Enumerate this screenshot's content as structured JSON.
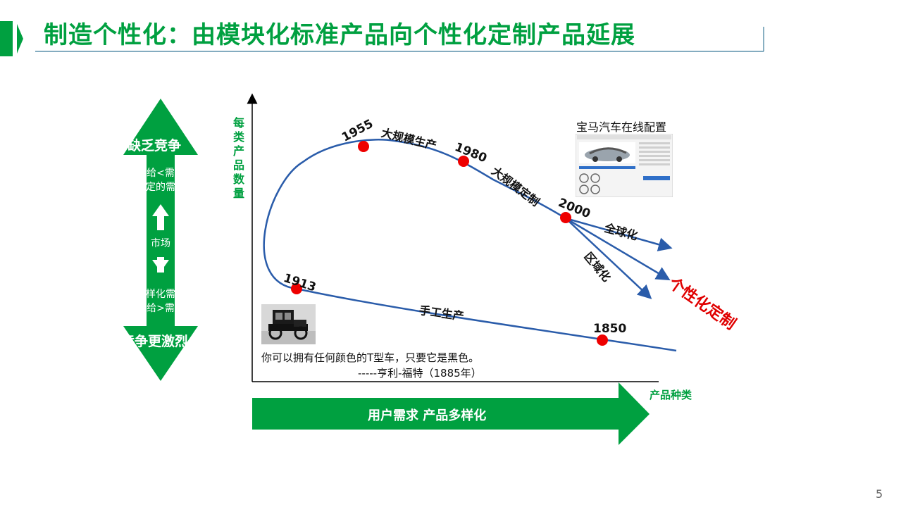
{
  "title": "制造个性化：由模块化标准产品向个性化定制产品延展",
  "left_arrow": {
    "top_label": "缺乏竞争",
    "top_text_1": "供给<需求",
    "top_text_2": "稳定的需求",
    "middle_label": "市场",
    "bottom_text_1": "多样化需求",
    "bottom_text_2": "供给>需求",
    "bottom_label": "竞争更激烈"
  },
  "axes": {
    "y_label": "每类产品数量",
    "x_label": "产品种类"
  },
  "bottom_arrow_label": "用户需求  产品多样化",
  "points": [
    {
      "year": "1850"
    },
    {
      "year": "1913"
    },
    {
      "year": "1955"
    },
    {
      "year": "1980"
    },
    {
      "year": "2000"
    }
  ],
  "segments": {
    "craft": "手工生产",
    "mass": "大规模生产",
    "mass_custom": "大规模定制",
    "global": "全球化",
    "regional": "区域化",
    "personal": "个性化定制"
  },
  "quote": {
    "line1": "你可以拥有任何颜色的T型车，只要它是黑色。",
    "line2": "-----亨利-福特（1885年）"
  },
  "bmw": {
    "title": "宝马汽车在线配置"
  },
  "page_number": "5",
  "colors": {
    "green": "#00A040",
    "blue": "#2A5CAA",
    "red": "#E00000"
  }
}
